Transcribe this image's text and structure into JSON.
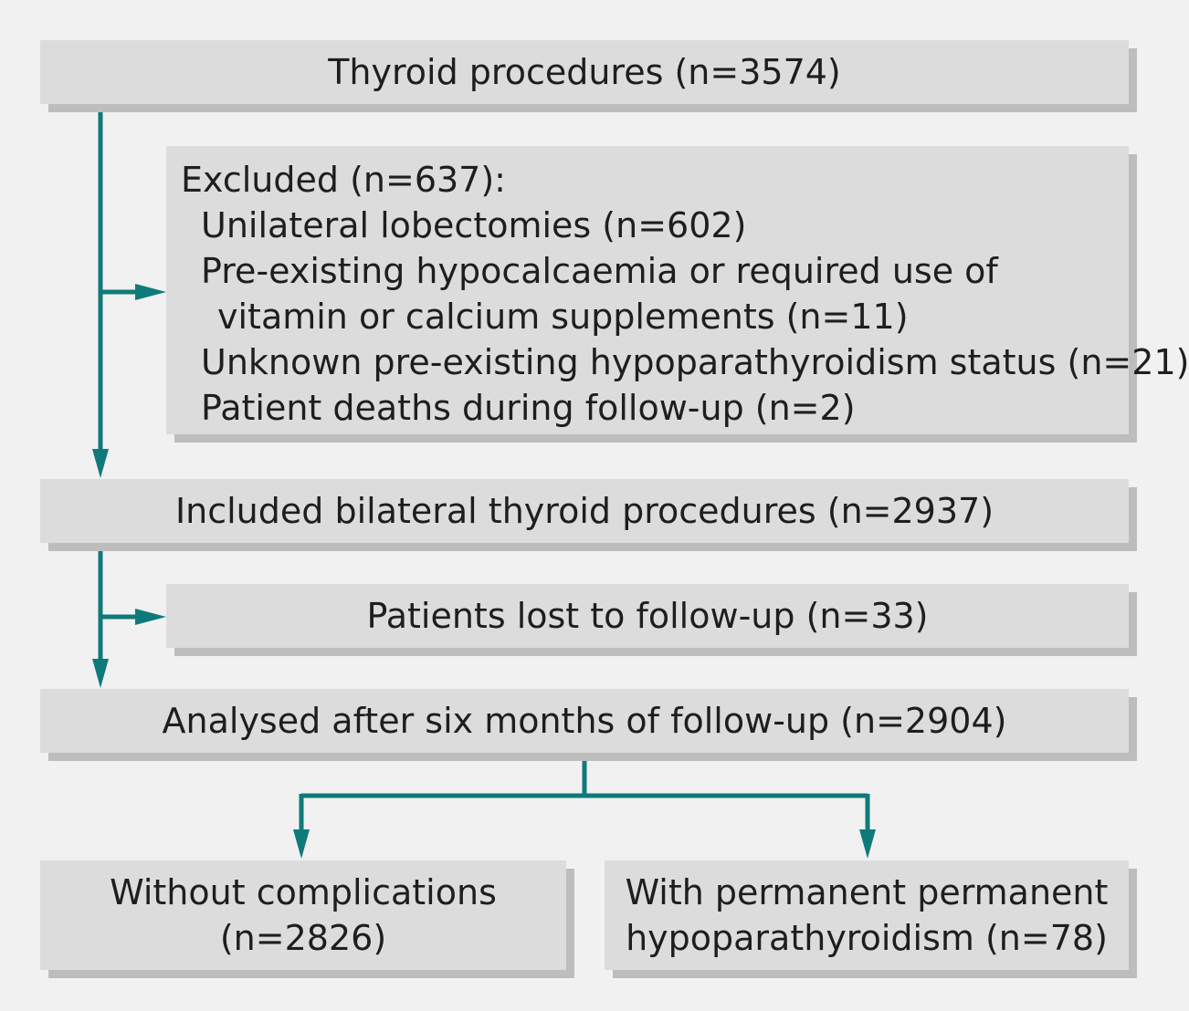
{
  "flowchart": {
    "top_box": "Thyroid procedures (n=3574)",
    "excluded": {
      "title": "Excluded (n=637):",
      "items": [
        "Unilateral lobectomies (n=602)",
        "Pre-existing hypocalcaemia or required use of",
        "vitamin or calcium supplements (n=11)",
        "Unknown pre-existing hypoparathyroidism status (n=21)",
        "Patient deaths during follow-up (n=2)"
      ]
    },
    "included_box": "Included bilateral thyroid procedures (n=2937)",
    "lost_box": "Patients lost to follow-up (n=33)",
    "analysed_box": "Analysed after six months of follow-up (n=2904)",
    "without_box": {
      "line1": "Without complications",
      "line2": "(n=2826)"
    },
    "with_box": {
      "line1": "With permanent permanent",
      "line2": "hypoparathyroidism (n=78)"
    }
  },
  "colors": {
    "arrow": "#0f7a7a",
    "box_fill": "#dcdcdc",
    "box_shadow": "#bdbdbd",
    "background": "#f1f1f1"
  }
}
